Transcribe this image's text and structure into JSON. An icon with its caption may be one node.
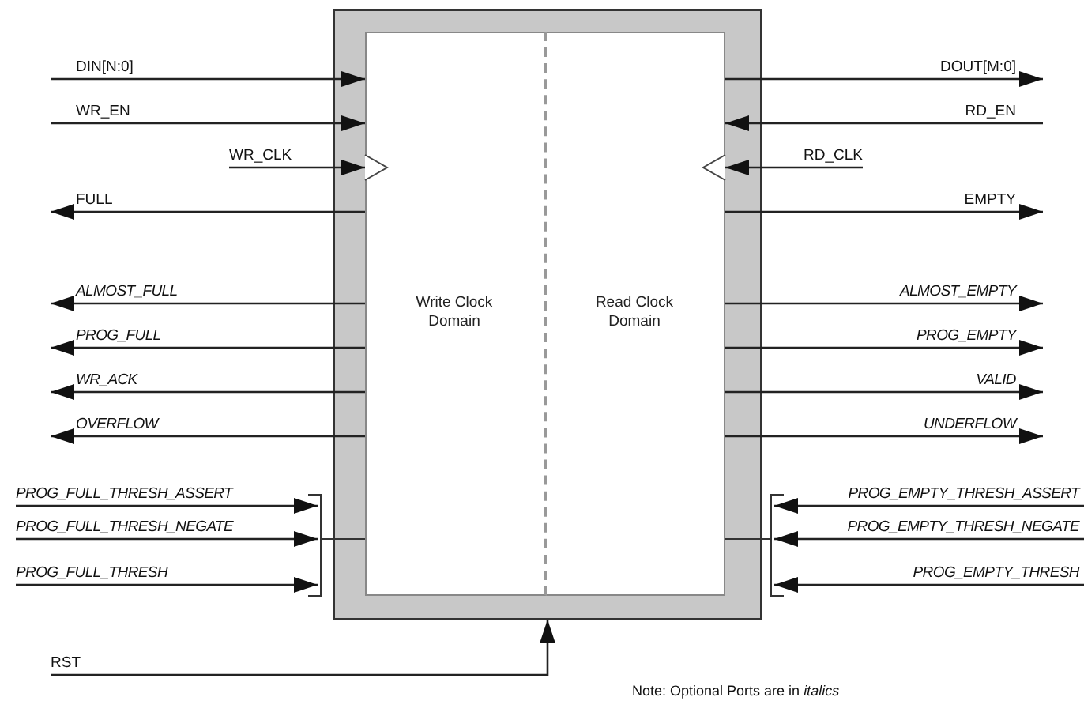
{
  "diagram": {
    "nodes": [
      {
        "text": [],
        "shape": "box"
      },
      {
        "text": [
          "Write Clock Domain"
        ],
        "in": 0
      },
      {
        "text": [
          "Read Clock Domain"
        ],
        "in": 0
      },
      {
        "text": [
          "DIN[N:0]"
        ]
      },
      {
        "text": [
          "DOUT[M:0]"
        ]
      },
      {
        "text": [
          "WR_EN"
        ]
      },
      {
        "text": [
          "RD_EN"
        ]
      },
      {
        "text": [
          "WR_CLK"
        ]
      },
      {
        "text": [
          "RD_CLK"
        ]
      },
      {
        "text": [
          "FULL"
        ]
      },
      {
        "text": [
          "EMPTY"
        ]
      },
      {
        "text": [
          "ALMOST_FULL"
        ]
      },
      {
        "text": [
          "ALMOST_EMPTY"
        ]
      },
      {
        "text": [
          "PROG_FULL"
        ]
      },
      {
        "text": [
          "PROG_EMPTY"
        ]
      },
      {
        "text": [
          "WR_ACK"
        ]
      },
      {
        "text": [
          "VALID"
        ]
      },
      {
        "text": [
          "OVERFLOW"
        ]
      },
      {
        "text": [
          "UNDERFLOW"
        ]
      },
      {
        "text": [
          "PROG_FULL_THRESH_ASSERT"
        ]
      },
      {
        "text": [
          "PROG_EMPTY_THRESH_ASSERT"
        ]
      },
      {
        "text": [
          "PROG_FULL_THRESH_NEGATE"
        ]
      },
      {
        "text": [
          "PROG_EMPTY_THRESH_NEGATE"
        ]
      },
      {
        "text": [
          "PROG_FULL_THRESH"
        ]
      },
      {
        "text": [
          "PROG_EMPTY_THRESH"
        ]
      },
      {
        "text": [
          "RST"
        ]
      }
    ],
    "edges": [
      {
        "from": 3,
        "to": 1,
        "arrow": "to"
      },
      {
        "from": 2,
        "to": 4,
        "arrow": "to"
      },
      {
        "from": 5,
        "to": 1,
        "arrow": "to"
      },
      {
        "from": 6,
        "to": 2,
        "arrow": "to"
      },
      {
        "from": 7,
        "to": 1,
        "arrow": "to"
      },
      {
        "from": 8,
        "to": 2,
        "arrow": "to"
      },
      {
        "from": 1,
        "to": 9,
        "arrow": "to"
      },
      {
        "from": 2,
        "to": 10,
        "arrow": "to"
      },
      {
        "from": 1,
        "to": 11,
        "arrow": "to"
      },
      {
        "from": 2,
        "to": 12,
        "arrow": "to"
      },
      {
        "from": 1,
        "to": 13,
        "arrow": "to"
      },
      {
        "from": 2,
        "to": 14,
        "arrow": "to"
      },
      {
        "from": 1,
        "to": 15,
        "arrow": "to"
      },
      {
        "from": 2,
        "to": 16,
        "arrow": "to"
      },
      {
        "from": 1,
        "to": 17,
        "arrow": "to"
      },
      {
        "from": 2,
        "to": 18,
        "arrow": "to"
      },
      {
        "from": 19,
        "to": 1,
        "arrow": "to"
      },
      {
        "from": 20,
        "to": 2,
        "arrow": "to"
      },
      {
        "from": 21,
        "to": 1,
        "arrow": "to"
      },
      {
        "from": 22,
        "to": 2,
        "arrow": "to"
      },
      {
        "from": 23,
        "to": 1,
        "arrow": "to"
      },
      {
        "from": 24,
        "to": 2,
        "arrow": "to"
      },
      {
        "from": 25,
        "to": 0,
        "arrow": "to"
      }
    ],
    "labels": [
      "Note: Optional Ports are in *italics*"
    ]
  }
}
